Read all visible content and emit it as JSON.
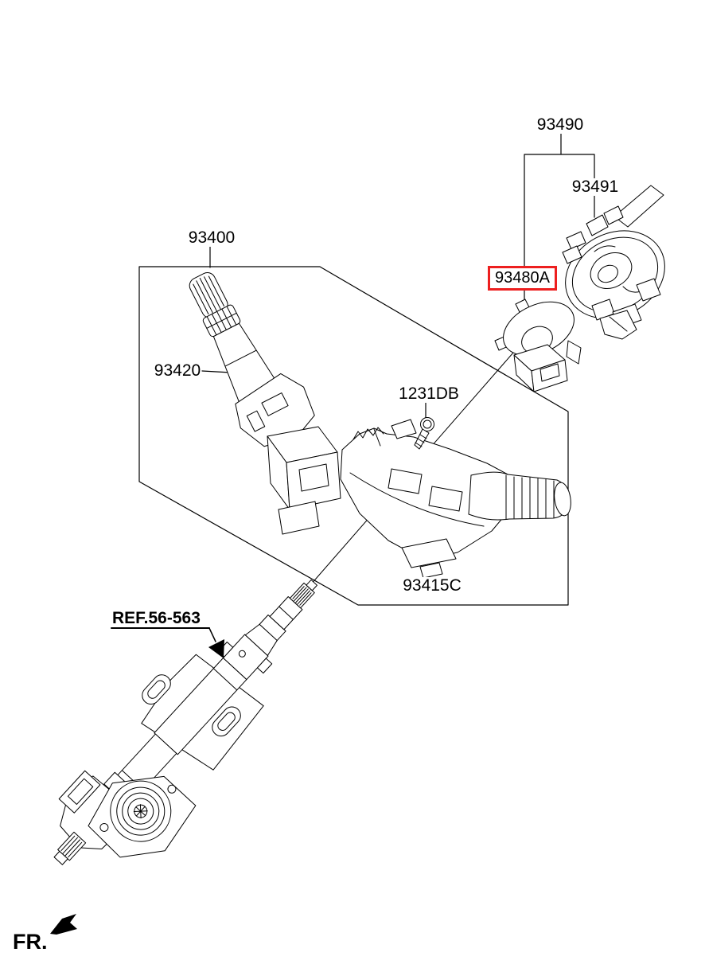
{
  "diagram": {
    "type": "parts-exploded-view",
    "labels": {
      "l93490": {
        "text": "93490"
      },
      "l93491": {
        "text": "93491"
      },
      "l93480A": {
        "text": "93480A",
        "highlighted": true
      },
      "l93400": {
        "text": "93400"
      },
      "l93420": {
        "text": "93420"
      },
      "l1231DB": {
        "text": "1231DB"
      },
      "l93415C": {
        "text": "93415C"
      },
      "ref": {
        "text": "REF.56-563"
      },
      "fr": {
        "text": "FR."
      }
    },
    "colors": {
      "highlight_box": "#ed1f1f",
      "line_art": "#000000",
      "background": "#ffffff"
    }
  }
}
